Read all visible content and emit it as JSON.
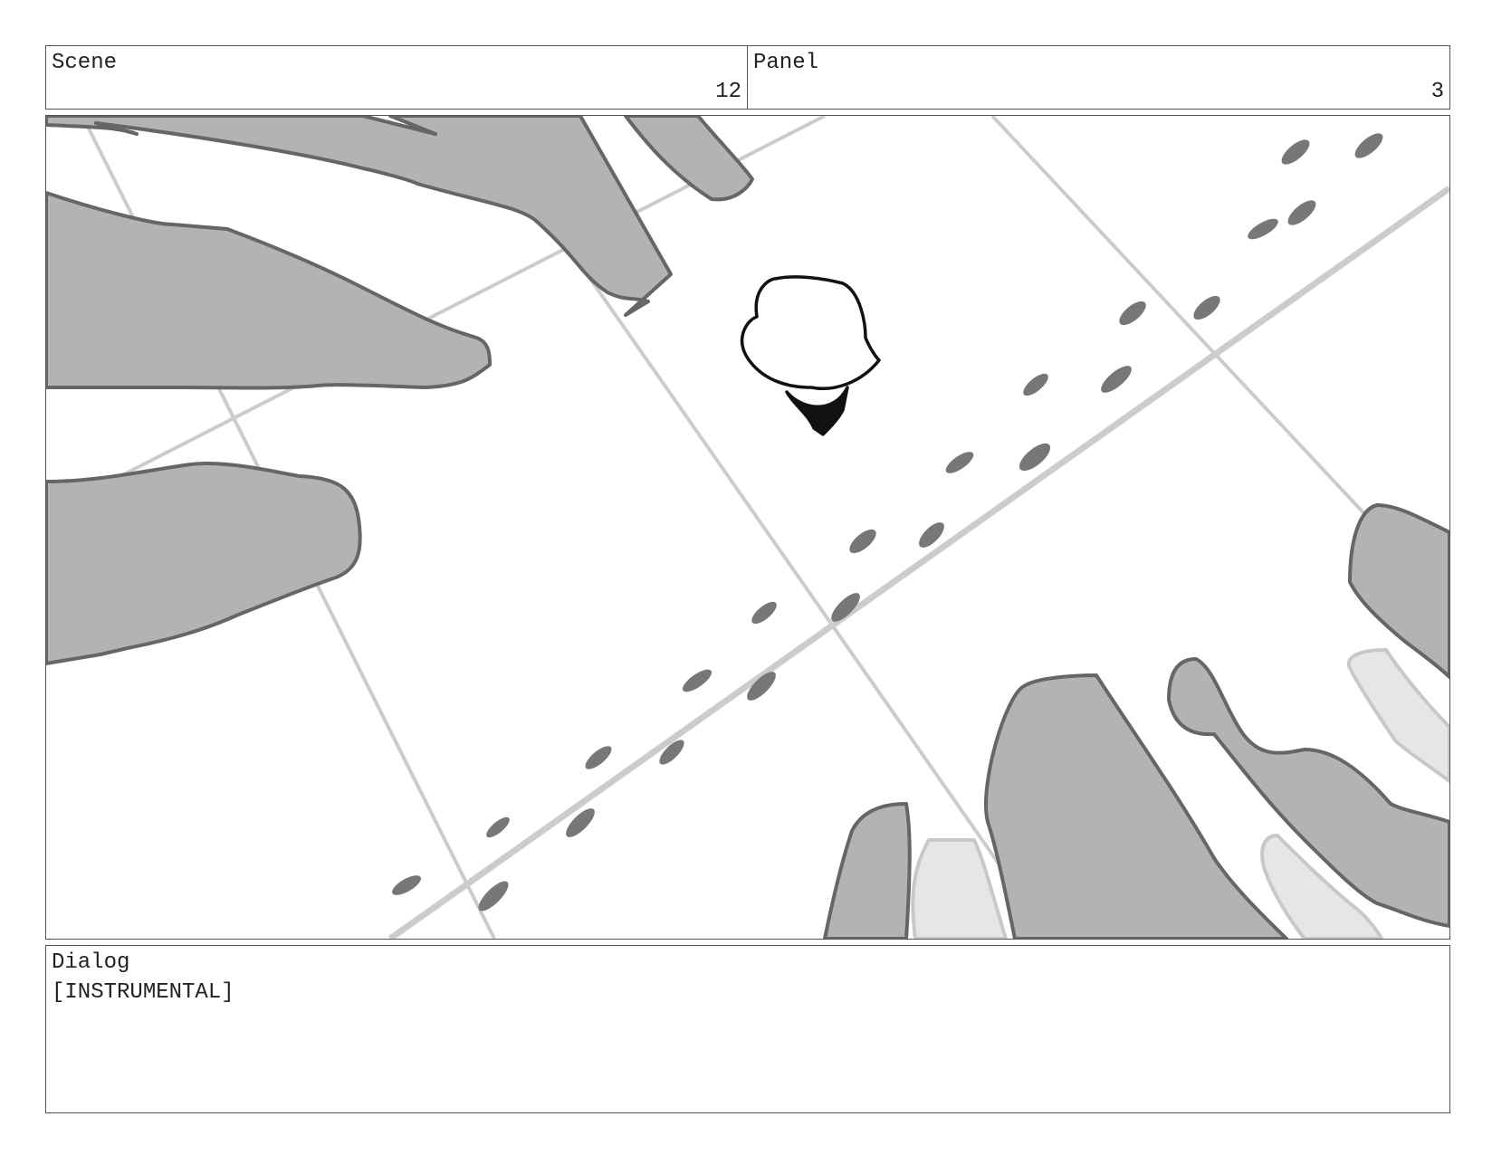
{
  "header": {
    "scene": {
      "label": "Scene",
      "value": "12"
    },
    "panel": {
      "label": "Panel",
      "value": "3"
    }
  },
  "dialog": {
    "label": "Dialog",
    "text": "[INSTRUMENTAL]"
  },
  "colors": {
    "border": "#555555",
    "finger_fill": "#b3b3b3",
    "finger_stroke": "#666666",
    "light_finger_fill": "#e6e6e6",
    "grid_line": "#cccccc",
    "dot": "#777777",
    "character": "#111111"
  }
}
